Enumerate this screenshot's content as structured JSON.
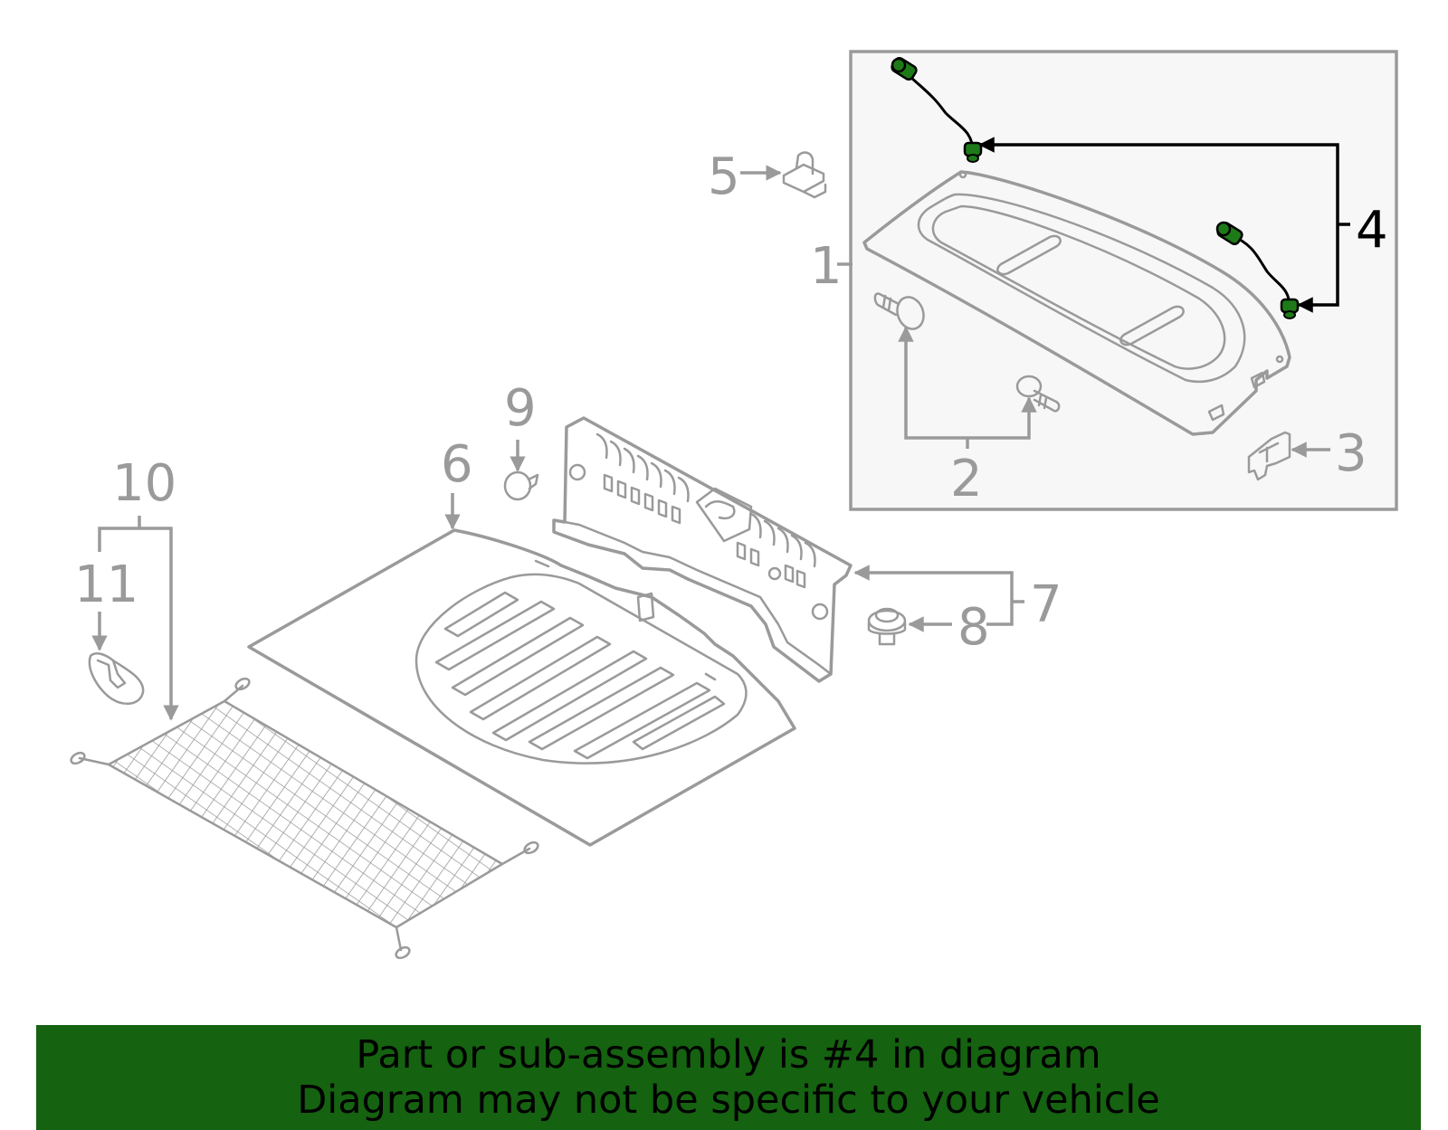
{
  "callouts": [
    {
      "id": "1",
      "label": "1"
    },
    {
      "id": "2",
      "label": "2"
    },
    {
      "id": "3",
      "label": "3"
    },
    {
      "id": "4",
      "label": "4"
    },
    {
      "id": "5",
      "label": "5"
    },
    {
      "id": "6",
      "label": "6"
    },
    {
      "id": "7",
      "label": "7"
    },
    {
      "id": "8",
      "label": "8"
    },
    {
      "id": "9",
      "label": "9"
    },
    {
      "id": "10",
      "label": "10"
    },
    {
      "id": "11",
      "label": "11"
    }
  ],
  "highlighted_part": "4",
  "colors": {
    "part_stroke": "#9a9a9a",
    "highlight_part": "#1e7a18",
    "highlight_leader": "#000000",
    "inset_background": "#f7f7f7",
    "banner_background": "#156210"
  },
  "banner": {
    "line1": "Part or sub-assembly is #4 in diagram",
    "line2": "Diagram may not be specific to your vehicle"
  }
}
